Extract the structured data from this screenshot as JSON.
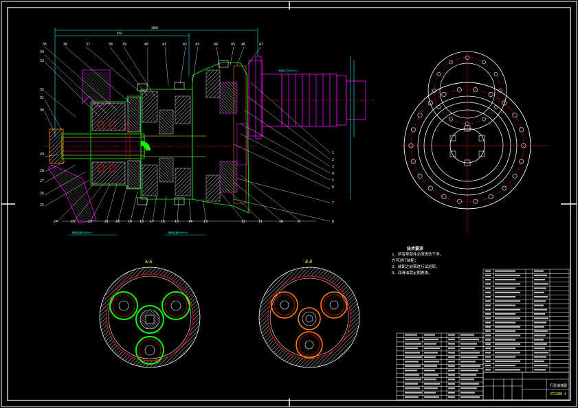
{
  "drawing": {
    "tech_requirements": {
      "title": "技术要求",
      "lines": [
        "1、所有零部件必须清洗干净，",
        "方可进行装配；",
        "2、装配之前需进行试运转。",
        "3、润滑油需定期更换。"
      ]
    },
    "section_labels": {
      "section_a": "A-A",
      "section_b": "B-B"
    },
    "drawing_number": "JT2208-1",
    "title_block_name": "行星减速器",
    "part_numbers_top": [
      "35",
      "36",
      "37",
      "38",
      "39",
      "40",
      "41",
      "42",
      "43",
      "44",
      "45",
      "46",
      "47"
    ],
    "part_numbers_left": [
      "34",
      "33",
      "32",
      "31",
      "30",
      "29",
      "28",
      "27",
      "26",
      "25"
    ],
    "part_numbers_right": [
      "1",
      "2",
      "3",
      "4",
      "5",
      "6",
      "7",
      "8"
    ],
    "part_numbers_bottom": [
      "24",
      "23",
      "22",
      "21",
      "20",
      "19",
      "18",
      "17",
      "16",
      "15",
      "14",
      "13",
      "12",
      "11",
      "10",
      "9"
    ]
  },
  "colors": {
    "background": "#000000",
    "frame": "#ffffff",
    "outline": "#00ff00",
    "centerline": "#ff0000",
    "hatch": "#ffffff",
    "dimension": "#00ffff",
    "motor": "#ff00ff",
    "leader": "#00ffff",
    "text": "#ffffff",
    "section_title": "#ffff00",
    "orange": "#ff8000"
  }
}
